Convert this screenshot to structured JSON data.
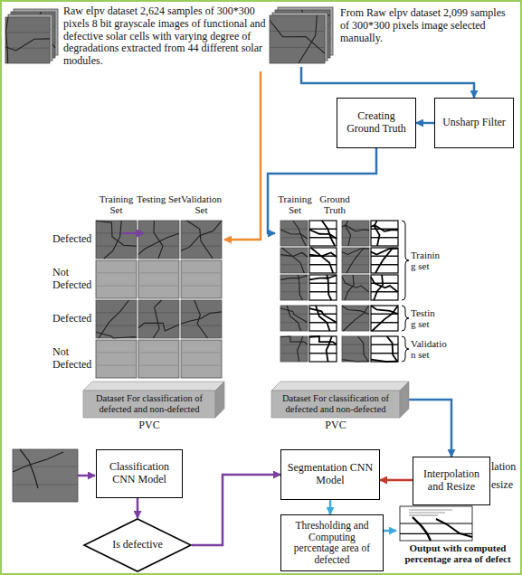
{
  "diagram": {
    "nodes": [
      {
        "text": [
          "Raw elpv dataset 2,624 samples of 300*300 pixels 8 bit grayscale images of functional and defective solar cells with varying degree of degradations extracted from 44 different solar modules."
        ]
      },
      {
        "text": [
          "From Raw elpv dataset 2,099 samples of 300*300 pixels image selected manually."
        ]
      },
      {
        "text": [
          "Creating Ground Truth"
        ]
      },
      {
        "text": [
          "Unsharp Filter"
        ]
      },
      {
        "text": [
          "Training Set",
          "Testing Set",
          "Validation Set",
          "Defected",
          "Not Defected",
          "Defected",
          "Not Defected"
        ]
      },
      {
        "text": [
          "Training Set",
          "Ground Truth",
          "Trainin g set",
          "Testin g set",
          "Validatio n set"
        ]
      },
      {
        "text": [
          "Dataset For classification of defected and non-defected",
          "PVC"
        ]
      },
      {
        "text": [
          "Dataset For classification of defected and non-defected",
          "PVC"
        ]
      },
      {
        "text": [
          "Classification CNN Model"
        ]
      },
      {
        "text": [
          "Segmentation CNN Model"
        ]
      },
      {
        "text": [
          "Interpolation and Resize"
        ]
      },
      {
        "text": [
          "Is defective"
        ]
      },
      {
        "text": [
          "Thresholding and Computing percentage area of defected"
        ]
      },
      {
        "text": [
          "Output with computed percentage area of defect"
        ]
      }
    ],
    "edges": [
      {
        "from": 0,
        "to": 4,
        "arrow": "to"
      },
      {
        "from": 1,
        "to": 3,
        "arrow": "to"
      },
      {
        "from": 3,
        "to": 2,
        "arrow": "to"
      },
      {
        "from": 2,
        "to": 5,
        "arrow": "to"
      },
      {
        "from": 7,
        "to": 10,
        "arrow": "to"
      },
      {
        "from": 8,
        "to": 11,
        "arrow": "to"
      },
      {
        "from": 11,
        "to": 9,
        "arrow": "to"
      },
      {
        "from": 10,
        "to": 9,
        "arrow": "to"
      },
      {
        "from": 9,
        "to": 12,
        "arrow": "to"
      },
      {
        "from": 12,
        "to": 13,
        "arrow": "to"
      }
    ],
    "labels": [
      "lation",
      "esize"
    ]
  }
}
